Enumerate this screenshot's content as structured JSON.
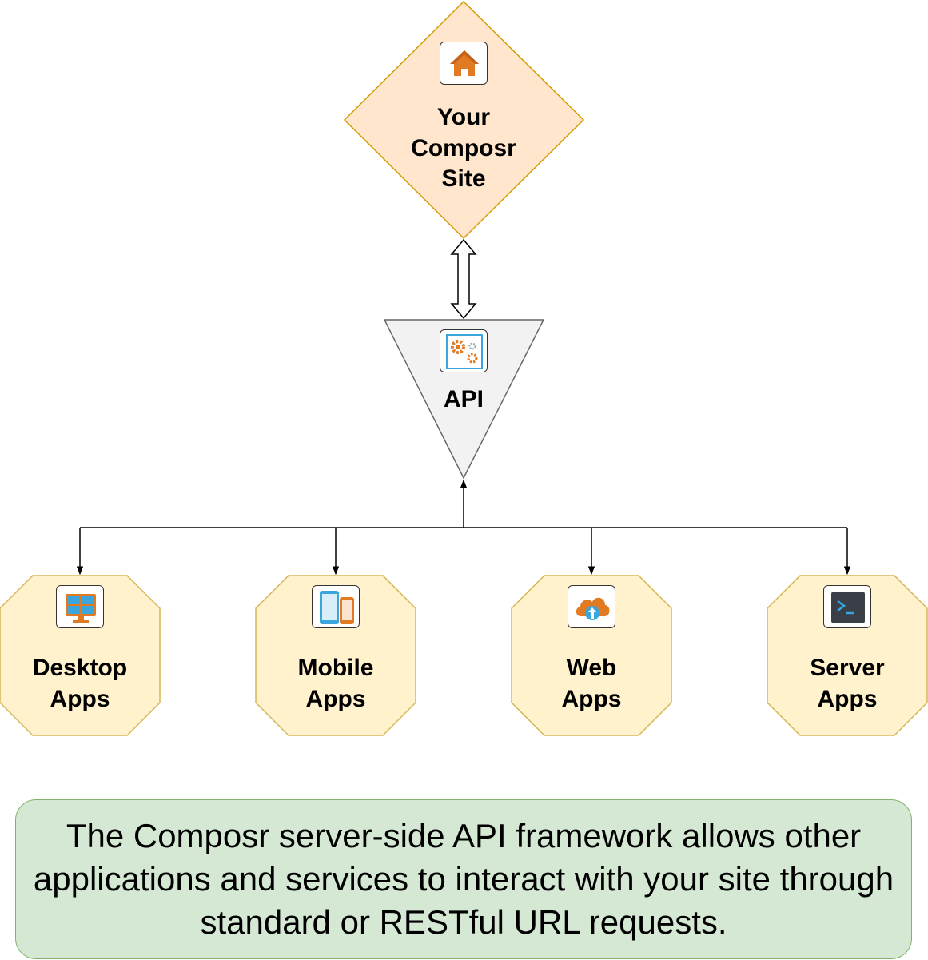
{
  "site": {
    "label": [
      "Your",
      "Composr",
      "Site"
    ],
    "icon": "home-icon"
  },
  "api": {
    "label": "API",
    "icon": "gears-icon"
  },
  "clients": [
    {
      "label": [
        "Desktop",
        "Apps"
      ],
      "icon": "desktop-icon"
    },
    {
      "label": [
        "Mobile",
        "Apps"
      ],
      "icon": "mobile-icon"
    },
    {
      "label": [
        "Web",
        "Apps"
      ],
      "icon": "cloud-upload-icon"
    },
    {
      "label": [
        "Server",
        "Apps"
      ],
      "icon": "terminal-icon"
    }
  ],
  "caption": "The Composr server-side API framework allows other applications and services to interact with your site through standard or RESTful URL requests.",
  "colors": {
    "site_fill": "#ffe6cc",
    "site_stroke": "#d79b00",
    "api_fill": "#f5f5f5",
    "api_stroke": "#666666",
    "client_fill": "#fff2cc",
    "client_stroke": "#d6b656",
    "caption_fill": "#d5e8d4",
    "caption_stroke": "#82b366",
    "icon_orange": "#e07b24",
    "icon_blue": "#3aa6dd"
  }
}
